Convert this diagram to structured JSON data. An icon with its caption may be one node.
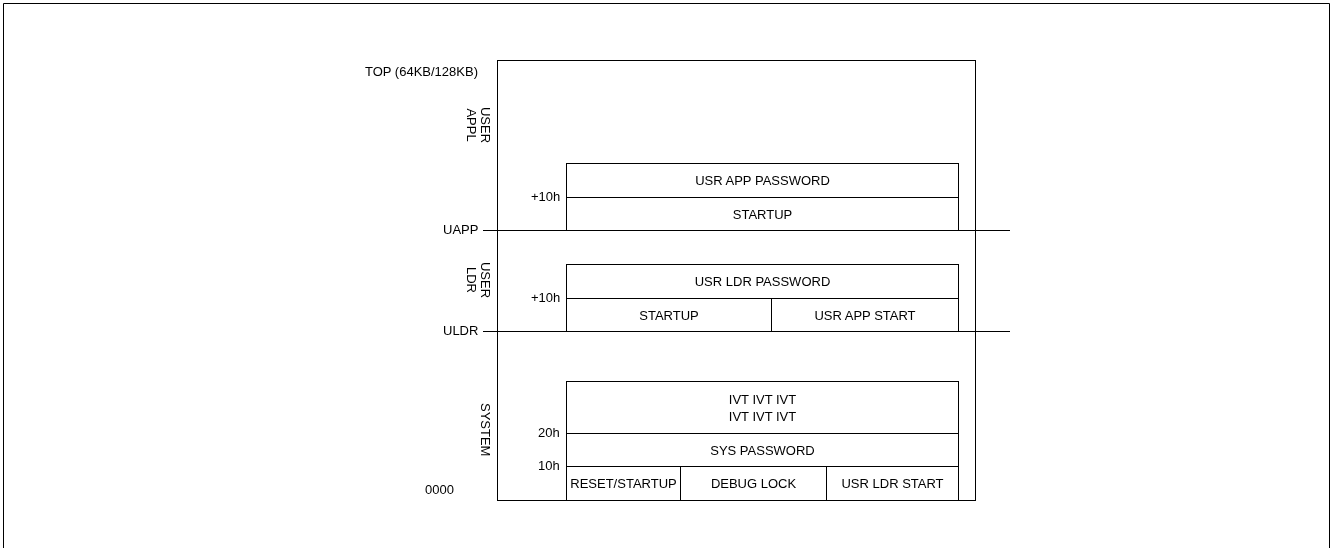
{
  "diagram": {
    "nodes": [
      {
        "text": [],
        "shape": "box"
      },
      {
        "text": [
          "USR APP PASSWORD"
        ],
        "in": 0
      },
      {
        "text": [
          "STARTUP"
        ],
        "in": 0
      },
      {
        "text": [
          "USR LDR PASSWORD"
        ],
        "in": 0
      },
      {
        "text": [
          "STARTUP"
        ],
        "in": 0
      },
      {
        "text": [
          "USR APP START"
        ],
        "in": 0
      },
      {
        "text": [
          "IVT IVT IVT IVT IVT IVT"
        ],
        "in": 0
      },
      {
        "text": [
          "SYS PASSWORD"
        ],
        "in": 0
      },
      {
        "text": [
          "RESET/STARTUP"
        ],
        "in": 0
      },
      {
        "text": [
          "DEBUG LOCK"
        ],
        "in": 0
      },
      {
        "text": [
          "USR LDR START"
        ],
        "in": 0
      }
    ],
    "edges": [],
    "labels": [
      "TOP (64KB/128KB)",
      "USER APPL",
      "+10h",
      "UAPP",
      "USER LDR",
      "+10h",
      "ULDR",
      "SYSTEM",
      "20h",
      "10h",
      "0000"
    ]
  }
}
